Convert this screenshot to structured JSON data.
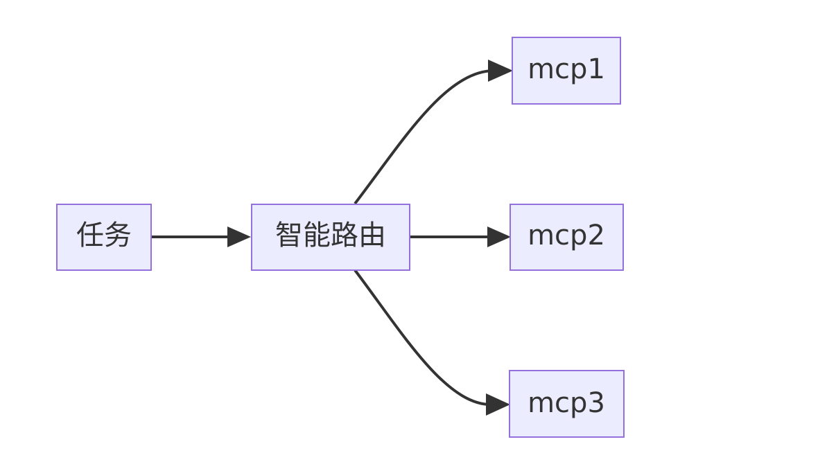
{
  "diagram": {
    "nodes": {
      "task": {
        "label": "任务"
      },
      "router": {
        "label": "智能路由"
      },
      "mcp1": {
        "label": "mcp1"
      },
      "mcp2": {
        "label": "mcp2"
      },
      "mcp3": {
        "label": "mcp3"
      }
    },
    "edges": [
      {
        "from": "任务",
        "to": "智能路由"
      },
      {
        "from": "智能路由",
        "to": "mcp1"
      },
      {
        "from": "智能路由",
        "to": "mcp2"
      },
      {
        "from": "智能路由",
        "to": "mcp3"
      }
    ],
    "colors": {
      "node_fill": "#ececff",
      "node_border": "#9370db",
      "edge": "#333333",
      "text": "#333333"
    }
  }
}
